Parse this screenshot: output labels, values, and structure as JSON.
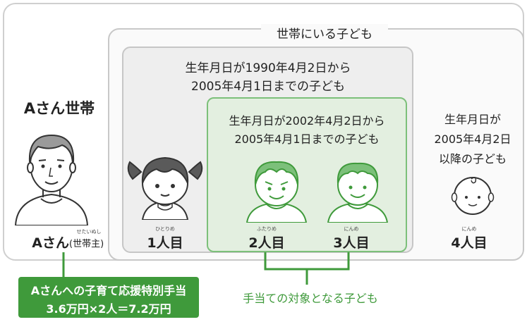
{
  "boxes": {
    "household_label": "世帯にいる子ども",
    "range1_line1": "生年月日が1990年4月2日から",
    "range1_line2": "2005年4月1日までの子ども",
    "range2_line1": "生年月日が2002年4月2日から",
    "range2_line2": "2005年4月1日までの子ども",
    "child4_line1": "生年月日が",
    "child4_line2": "2005年4月2日",
    "child4_line3": "以降の子ども"
  },
  "household_title": "Aさん世帯",
  "head": {
    "name": "Aさん",
    "role": "(世帯主)",
    "ruby_role": "せたいぬし"
  },
  "children": [
    {
      "label": "1人目",
      "ruby": "ひとりめ"
    },
    {
      "label": "2人目",
      "ruby": "ふたりめ"
    },
    {
      "label": "3人目",
      "ruby": "にんめ"
    },
    {
      "label": "4人目",
      "ruby": "にんめ"
    }
  ],
  "allowance": {
    "line1": "Aさんへの子育て応援特別手当",
    "line2": "3.6万円×2人＝7.2万円"
  },
  "target_label": "手当ての対象となる子ども",
  "colors": {
    "accent_green": "#3f9a3b",
    "range2_fill": "#e3efe0",
    "range1_fill": "#eeeeee"
  }
}
